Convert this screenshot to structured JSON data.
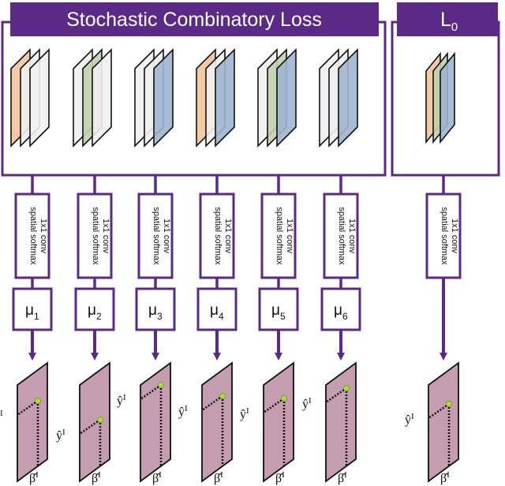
{
  "header": {
    "loss_title": "Stochastic Combinatory Loss",
    "l0_main": "L",
    "l0_sub": "0"
  },
  "conv_box": {
    "line1": "1x1 conv",
    "line2": "spatial softmax"
  },
  "mu_symbol": "μ",
  "mu_indices": [
    "1",
    "2",
    "3",
    "4",
    "5",
    "6"
  ],
  "label_y": "ŷ",
  "label_beta": "β̂",
  "label_sup": "I",
  "colors": {
    "purple": "#5b2a86",
    "heatmap_fill": "#c49db1",
    "keypoint": "#a6e22e",
    "orange": "#f2c39c",
    "green": "#c0d2ad",
    "blue": "#9fb5d2",
    "white_sheet": "#f0f0f0"
  },
  "stacks": [
    [
      "orange",
      "white_sheet",
      "white_sheet"
    ],
    [
      "white_sheet",
      "green",
      "white_sheet"
    ],
    [
      "white_sheet",
      "white_sheet",
      "blue"
    ],
    [
      "orange",
      "white_sheet",
      "blue"
    ],
    [
      "white_sheet",
      "green",
      "blue"
    ],
    [
      "white_sheet",
      "white_sheet",
      "blue"
    ]
  ],
  "l0_stack": [
    "orange",
    "green",
    "blue"
  ]
}
